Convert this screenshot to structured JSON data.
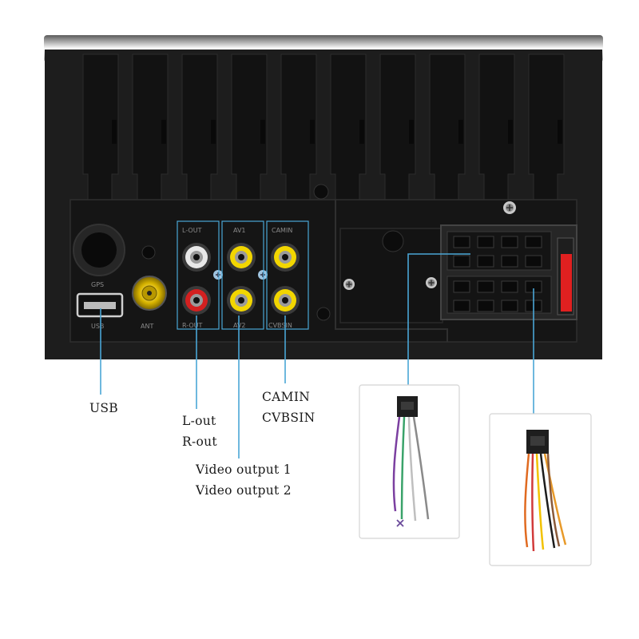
{
  "panel_labels": {
    "gps": "GPS",
    "usb": "USB",
    "ant": "ANT",
    "l_out": "L-OUT",
    "r_out": "R-OUT",
    "av1": "AV1",
    "av2": "AV2",
    "camin": "CAMIN",
    "cvbsin": "CVBSIN"
  },
  "callouts": {
    "usb": "USB",
    "l_out": "L-out",
    "r_out": "R-out",
    "video_output_1": "Video  output  1",
    "video_output_2": "Video  output  2",
    "camin": "CAMIN",
    "cvbsin": "CVBSIN"
  },
  "colors": {
    "chassis": "#1c1c1c",
    "rca_white": "#e8e8e8",
    "rca_red": "#d42020",
    "rca_yellow": "#f2d600",
    "callout_line": "#4aa6d6",
    "fuse_red": "#e02020"
  },
  "icons": [
    "screw-icon",
    "rca-jack-icon",
    "usb-port-icon",
    "iso-connector-icon",
    "wire-harness-icon"
  ]
}
